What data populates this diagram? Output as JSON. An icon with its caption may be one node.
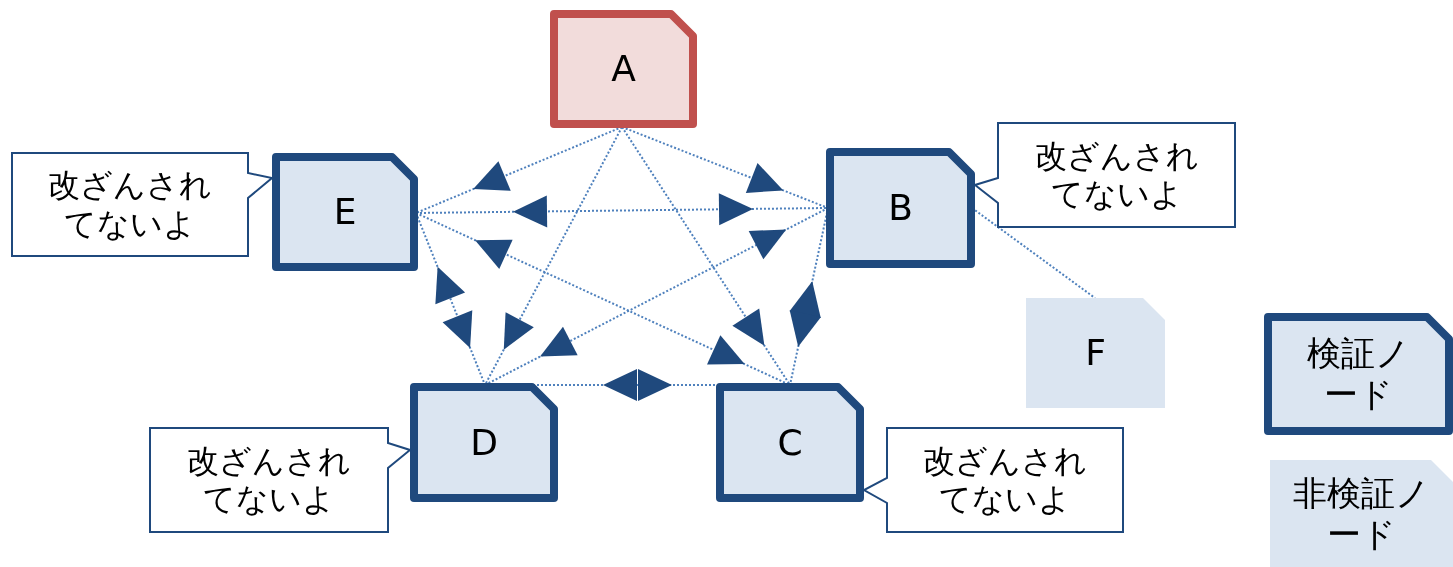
{
  "diagram": {
    "nodes": [
      {
        "text": [
          "A"
        ]
      },
      {
        "text": [
          "B"
        ]
      },
      {
        "text": [
          "C"
        ]
      },
      {
        "text": [
          "D"
        ]
      },
      {
        "text": [
          "E"
        ]
      },
      {
        "text": [
          "F"
        ]
      },
      {
        "text": [
          "改ざんされてないよ"
        ]
      },
      {
        "text": [
          "改ざんされてないよ"
        ]
      },
      {
        "text": [
          "改ざんされてないよ"
        ]
      },
      {
        "text": [
          "改ざんされてないよ"
        ]
      },
      {
        "text": [
          "検証ノード"
        ]
      },
      {
        "text": [
          "非検証ノード"
        ]
      }
    ],
    "edges": [
      {
        "from": 0,
        "to": 4,
        "arrow": "to"
      },
      {
        "from": 0,
        "to": 1,
        "arrow": "to"
      },
      {
        "from": 0,
        "to": 3,
        "arrow": "to"
      },
      {
        "from": 0,
        "to": 2,
        "arrow": "to"
      },
      {
        "from": 4,
        "to": 1,
        "arrow": "both"
      },
      {
        "from": 4,
        "to": 3,
        "arrow": "both"
      },
      {
        "from": 4,
        "to": 2,
        "arrow": "both"
      },
      {
        "from": 1,
        "to": 3,
        "arrow": "both"
      },
      {
        "from": 1,
        "to": 2,
        "arrow": "both"
      },
      {
        "from": 3,
        "to": 2,
        "arrow": "both"
      },
      {
        "from": 1,
        "to": 5,
        "arrow": "none"
      }
    ]
  }
}
